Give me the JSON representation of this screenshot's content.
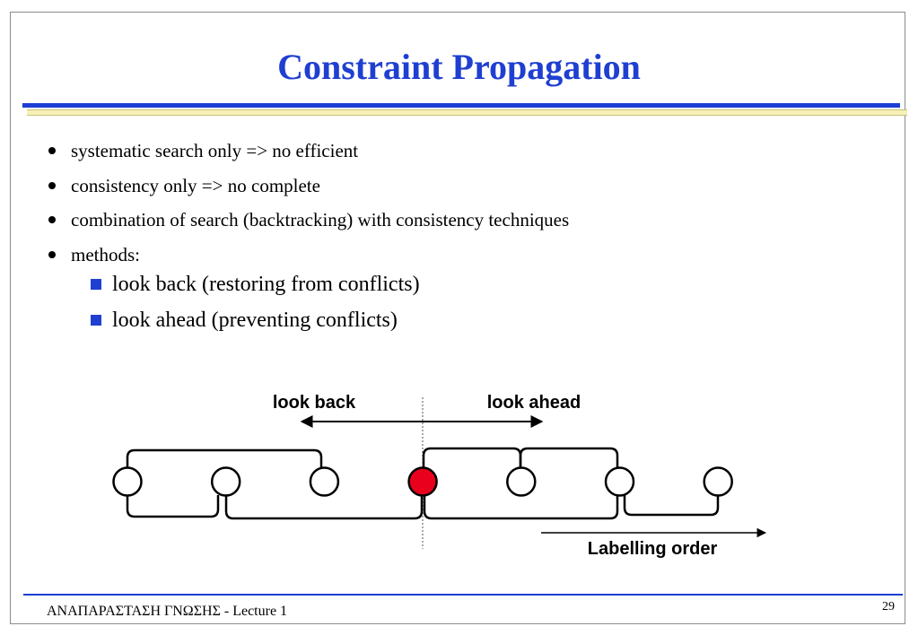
{
  "slide": {
    "title": "Constraint Propagation",
    "bullets": [
      "systematic search only => no efficient",
      "consistency only => no complete",
      "combination of search (backtracking) with consistency techniques",
      "methods:"
    ],
    "sub_bullets": [
      "look back (restoring from conflicts)",
      "look ahead (preventing conflicts)"
    ],
    "diagram": {
      "look_back_label": "look back",
      "look_ahead_label": "look ahead",
      "labelling_order_label": "Labelling order",
      "variable_count": 7,
      "current_variable_index": 4,
      "current_variable_color": "#e8001c"
    },
    "footer": {
      "text": "ΑΝΑΠΑΡΑΣΤΑΣΗ ΓΝΩΣΗΣ - Lecture 1",
      "page_number": "29"
    },
    "colors": {
      "title": "#1f3fd1",
      "rule": "#1c3fd4",
      "accent_band": "#f6f0b9",
      "sub_bullet_marker": "#1f3fd1"
    }
  }
}
